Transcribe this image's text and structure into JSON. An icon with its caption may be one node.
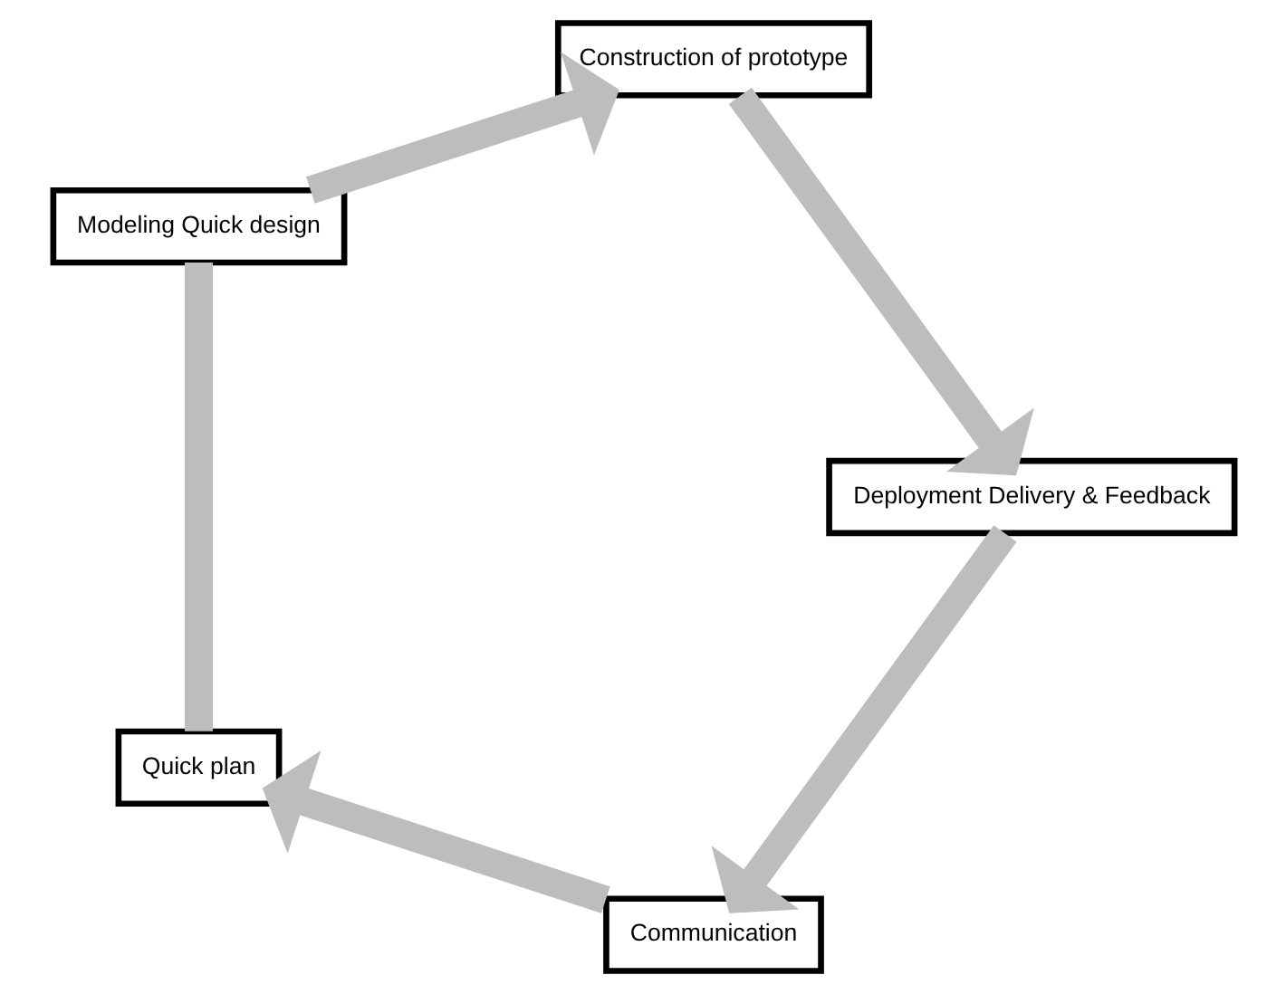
{
  "diagram": {
    "nodes": [
      {
        "text": [
          "Communication"
        ]
      },
      {
        "text": [
          "Quick plan"
        ]
      },
      {
        "text": [
          "Modeling Quick design"
        ]
      },
      {
        "text": [
          "Construction of prototype"
        ]
      },
      {
        "text": [
          "Deployment Delivery & Feedback"
        ]
      }
    ],
    "edges": [
      {
        "from": 0,
        "to": 1,
        "arrow": "to"
      },
      {
        "from": 1,
        "to": 2,
        "arrow": "none"
      },
      {
        "from": 2,
        "to": 3,
        "arrow": "to"
      },
      {
        "from": 3,
        "to": 4,
        "arrow": "to"
      },
      {
        "from": 4,
        "to": 0,
        "arrow": "to"
      }
    ]
  }
}
